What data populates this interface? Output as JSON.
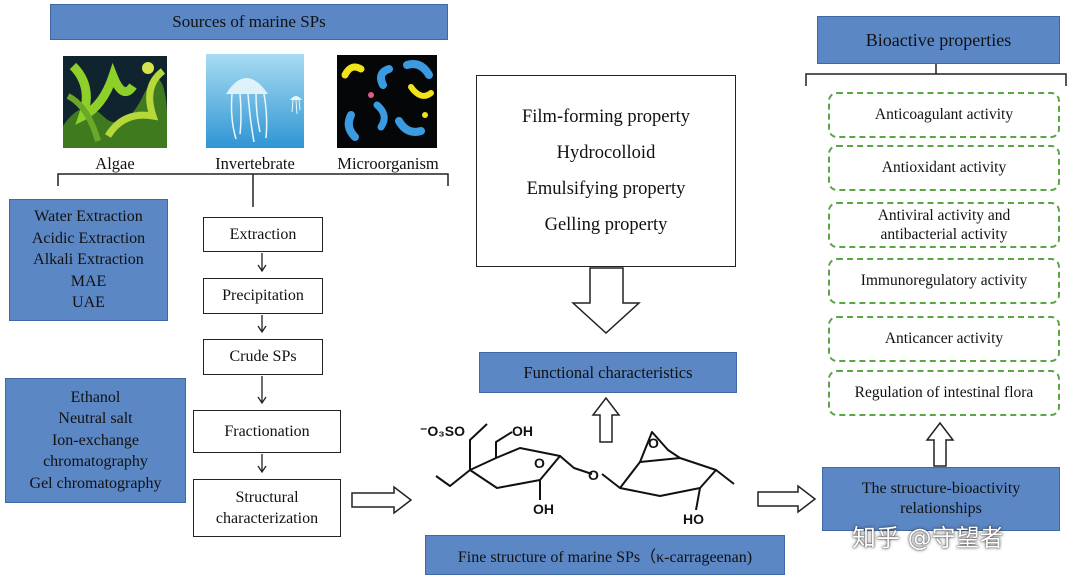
{
  "sources": {
    "title": "Sources of marine SPs",
    "items": [
      {
        "label": "Algae",
        "image": "algae-photo"
      },
      {
        "label": "Invertebrate",
        "image": "jellyfish-photo"
      },
      {
        "label": "Microorganism",
        "image": "microorganism-photo"
      }
    ]
  },
  "extraction_methods": [
    "Water Extraction",
    "Acidic Extraction",
    "Alkali Extraction",
    "MAE",
    "UAE"
  ],
  "fractionation_methods": [
    "Ethanol",
    "Neutral salt",
    "Ion-exchange",
    "chromatography",
    "Gel chromatography"
  ],
  "process_steps": [
    "Extraction",
    "Precipitation",
    "Crude SPs",
    "Fractionation",
    "Structural characterization"
  ],
  "functional": {
    "properties": [
      "Film-forming property",
      "Hydrocolloid",
      "Emulsifying property",
      "Gelling property"
    ],
    "title": "Functional characteristics"
  },
  "structure": {
    "caption": "Fine structure of marine SPs（κ-carrageenan)",
    "labels": {
      "sulfate": "⁻O₃SO",
      "oh1": "OH",
      "oh2": "OH",
      "oh3": "HO",
      "o1": "O",
      "o2": "O",
      "o3": "O"
    }
  },
  "bioactive": {
    "title": "Bioactive properties",
    "activities": [
      "Anticoagulant activity",
      "Antioxidant activity",
      "Antiviral activity and antibacterial activity",
      "Immunoregulatory activity",
      "Anticancer activity",
      "Regulation of intestinal flora"
    ],
    "relationship": "The structure-bioactivity relationships"
  },
  "watermark": "知乎 @守望者",
  "colors": {
    "blue_box": "#5b87c5",
    "green_dash": "#5aa546"
  }
}
